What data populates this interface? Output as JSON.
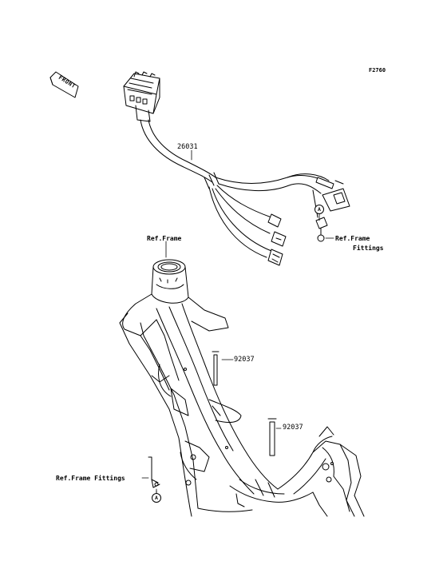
{
  "figure_code": "F2760",
  "front_label": "FRONT",
  "parts": {
    "harness": "26031",
    "band_upper": "92037",
    "band_lower": "92037"
  },
  "refs": {
    "frame": "Ref.Frame",
    "frame_fittings_right_line1": "Ref.Frame",
    "frame_fittings_right_line2": "Fittings",
    "frame_fittings_left": "Ref.Frame Fittings"
  },
  "markers": {
    "right": "A",
    "left": "A"
  }
}
